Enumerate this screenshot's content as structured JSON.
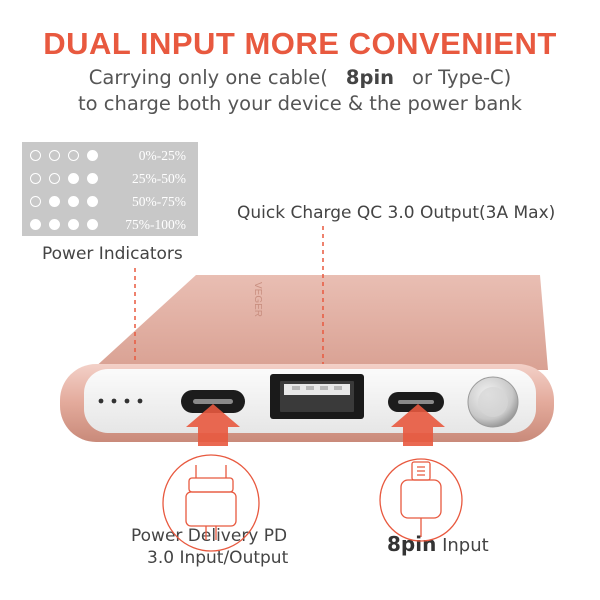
{
  "headline": {
    "text": "DUAL INPUT MORE CONVENIENT",
    "color": "#e8593f"
  },
  "subheadline": {
    "line1_before": "Carrying only one cable(",
    "line1_strong": "8pin",
    "line1_after": "or Type-C)",
    "line2": "to charge both your device & the power bank"
  },
  "power_indicators": {
    "title": "Power Indicators",
    "levels": [
      {
        "label": "0%-25%",
        "lit": 1
      },
      {
        "label": "25%-50%",
        "lit": 2
      },
      {
        "label": "50%-75%",
        "lit": 3
      },
      {
        "label": "75%-100%",
        "lit": 4
      }
    ]
  },
  "callouts": {
    "qc_output": "Quick Charge QC 3.0 Output(3A Max)",
    "pd_line1": "Power Delivery PD",
    "pd_line2": "3.0 Input/Output",
    "lightning_strong": "8pin",
    "lightning_rest": "Input"
  },
  "device": {
    "brand": "VEGER",
    "body_color": "#e8b5aa",
    "accent_color": "#e8593f"
  }
}
